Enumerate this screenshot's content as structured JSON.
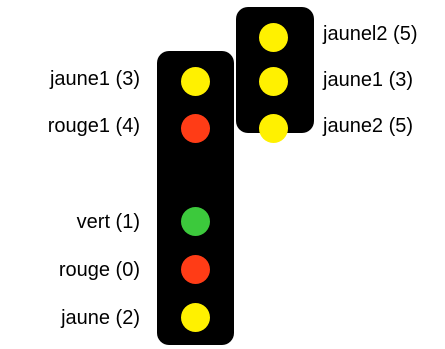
{
  "colors": {
    "panel": "#000000",
    "yellow": "#FFF100",
    "red": "#FF3C16",
    "green": "#3CC93C"
  },
  "main_signal": {
    "lamps": [
      {
        "label": "jaune1 (3)",
        "color": "yellow"
      },
      {
        "label": "rouge1 (4)",
        "color": "red"
      },
      {
        "label": "vert (1)",
        "color": "green"
      },
      {
        "label": "rouge (0)",
        "color": "red"
      },
      {
        "label": "jaune (2)",
        "color": "yellow"
      }
    ]
  },
  "upper_signal": {
    "lamps": [
      {
        "label": "jaunel2 (5)",
        "color": "yellow"
      },
      {
        "label": "jaune1 (3)",
        "color": "yellow"
      },
      {
        "label": "jaune2 (5)",
        "color": "yellow"
      }
    ]
  }
}
